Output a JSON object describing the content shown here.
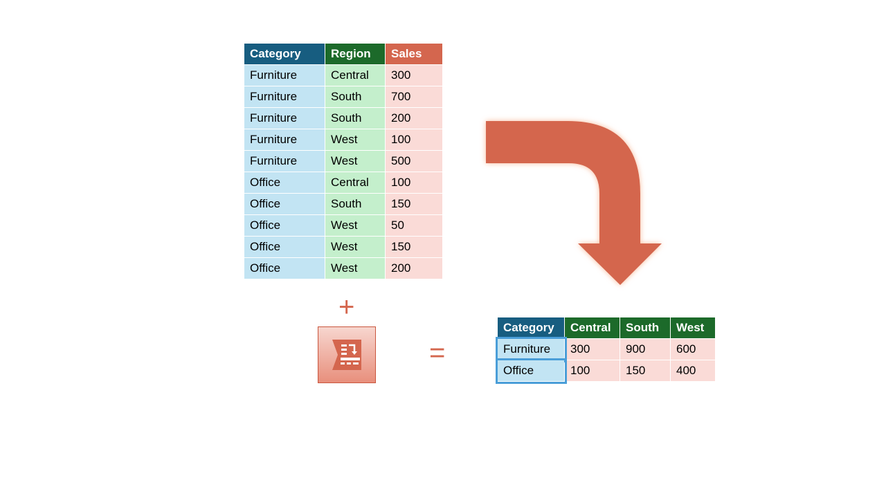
{
  "colors": {
    "category_header": "#175d80",
    "region_header": "#1c6a2a",
    "sales_header": "#d4664e",
    "category_cell": "#c2e4f3",
    "region_cell": "#c4efcc",
    "sales_cell": "#fadbd7",
    "arrow": "#d4664e",
    "highlight": "#4a9ed8"
  },
  "source_table": {
    "headers": [
      "Category",
      "Region",
      "Sales"
    ],
    "rows": [
      [
        "Furniture",
        "Central",
        "300"
      ],
      [
        "Furniture",
        "South",
        "700"
      ],
      [
        "Furniture",
        "South",
        "200"
      ],
      [
        "Furniture",
        "West",
        "100"
      ],
      [
        "Furniture",
        "West",
        "500"
      ],
      [
        "Office",
        "Central",
        "100"
      ],
      [
        "Office",
        "South",
        "150"
      ],
      [
        "Office",
        "West",
        "50"
      ],
      [
        "Office",
        "West",
        "150"
      ],
      [
        "Office",
        "West",
        "200"
      ]
    ]
  },
  "operators": {
    "plus": "+",
    "equals": "="
  },
  "tool": {
    "icon": "pivot-transform-icon"
  },
  "arrow": {
    "icon": "curved-down-arrow"
  },
  "result_table": {
    "headers": [
      "Category",
      "Central",
      "South",
      "West"
    ],
    "rows": [
      [
        "Furniture",
        "300",
        "900",
        "600"
      ],
      [
        "Office",
        "100",
        "150",
        "400"
      ]
    ],
    "highlighted_column": "Category"
  }
}
